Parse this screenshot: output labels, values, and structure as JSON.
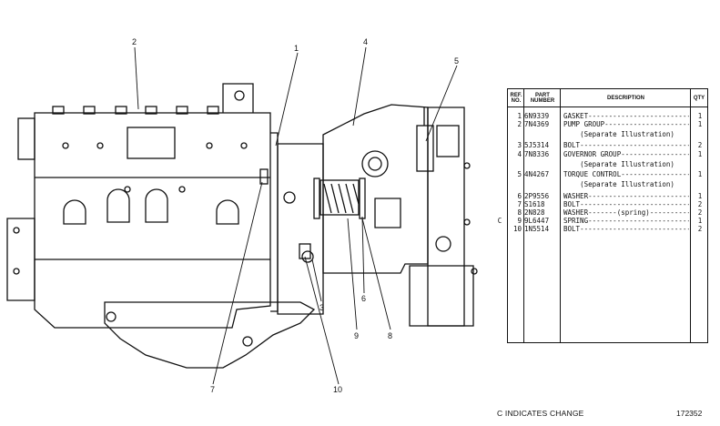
{
  "callouts": [
    "1",
    "2",
    "3",
    "4",
    "5",
    "6",
    "7",
    "8",
    "9",
    "10"
  ],
  "table": {
    "headers": {
      "ref_no": "REF. NO.",
      "part_number": "PART NUMBER",
      "description": "DESCRIPTION",
      "qty": "QTY"
    },
    "rows": [
      {
        "change": "",
        "ref": "1",
        "part": "6N9339",
        "desc": "GASKET",
        "sub": "",
        "qty": "1"
      },
      {
        "change": "",
        "ref": "2",
        "part": "7N4369",
        "desc": "PUMP GROUP",
        "sub": "(Separate Illustration)",
        "qty": "1"
      },
      {
        "change": "",
        "ref": "3",
        "part": "5J5314",
        "desc": "BOLT",
        "sub": "",
        "qty": "2"
      },
      {
        "change": "",
        "ref": "4",
        "part": "7N8336",
        "desc": "GOVERNOR GROUP",
        "sub": "(Separate Illustration)",
        "qty": "1"
      },
      {
        "change": "",
        "ref": "5",
        "part": "4N4267",
        "desc": "TORQUE CONTROL",
        "sub": "(Separate Illustration)",
        "qty": "1"
      },
      {
        "change": "",
        "ref": "6",
        "part": "2P9556",
        "desc": "WASHER",
        "sub": "",
        "qty": "1"
      },
      {
        "change": "",
        "ref": "7",
        "part": "S1618",
        "desc": "BOLT",
        "sub": "",
        "qty": "2"
      },
      {
        "change": "",
        "ref": "8",
        "part": "2N828",
        "desc": "WASHER",
        "note": "(spring)",
        "sub": "",
        "qty": "2"
      },
      {
        "change": "C",
        "ref": "9",
        "part": "9L6447",
        "desc": "SPRING",
        "sub": "",
        "qty": "1"
      },
      {
        "change": "",
        "ref": "10",
        "part": "1N5514",
        "desc": "BOLT",
        "sub": "",
        "qty": "2"
      }
    ]
  },
  "footer": {
    "note": "C INDICATES CHANGE",
    "figure_number": "172352"
  }
}
